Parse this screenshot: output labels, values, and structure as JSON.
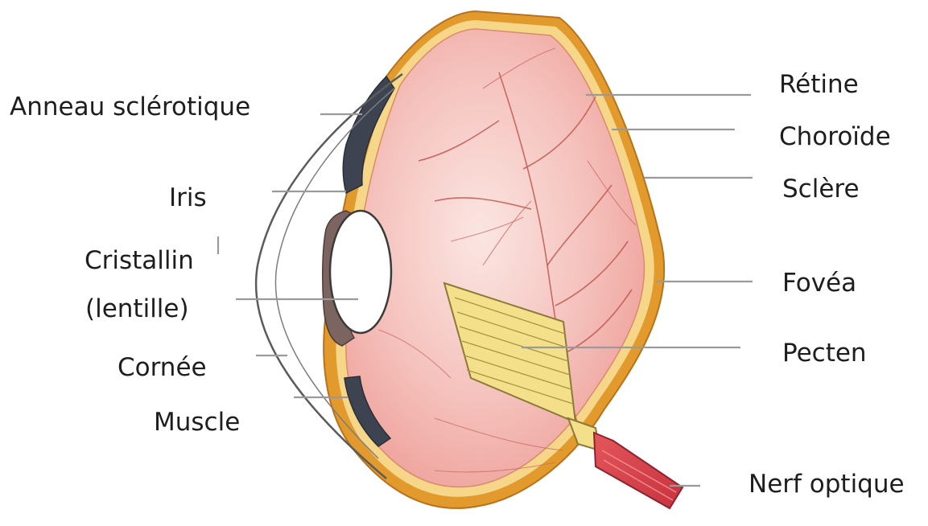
{
  "labels": {
    "scleral_ring": "Anneau sclérotique",
    "iris": "Iris",
    "lens_line1": "Cristallin",
    "lens_line2": "(lentille)",
    "cornea": "Cornée",
    "muscle": "Muscle",
    "retina": "Rétine",
    "choroid": "Choroïde",
    "sclera": "Sclère",
    "fovea": "Fovéa",
    "pecten": "Pecten",
    "optic_nerve": "Nerf optique"
  },
  "colors": {
    "sclera_outer": "#e29a2c",
    "choroid_band": "#f6d78a",
    "retina_fill": "#f2b3ae",
    "pecten_fill": "#f4e08a",
    "optic_nerve": "#d9434b",
    "leader_line": "#9a9a9a"
  }
}
